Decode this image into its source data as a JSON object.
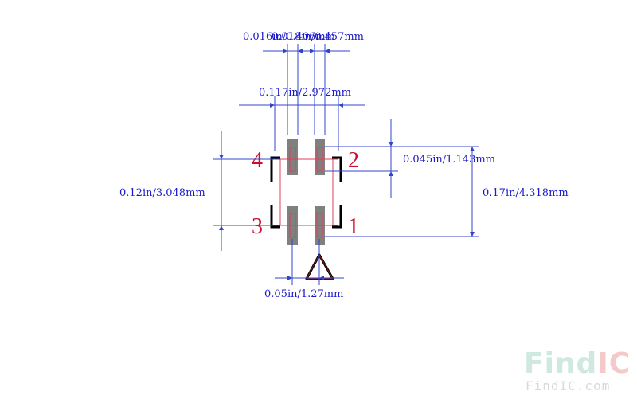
{
  "dimensions": {
    "top_pad_width": "0.016in/0.406mm",
    "top_pad_gap": "0.018in/0.457mm",
    "span": "0.117in/2.972mm",
    "pad_height": "0.045in/1.143mm",
    "pitch_y": "0.12in/3.048mm",
    "overall_height": "0.17in/4.318mm",
    "pitch_x": "0.05in/1.27mm"
  },
  "pins": {
    "p1": "1",
    "p2": "2",
    "p3": "3",
    "p4": "4"
  },
  "watermark": {
    "brand": "FindIC",
    "url": "FindIC.com"
  },
  "colors": {
    "dimension": "#1a1acc",
    "pin_label": "#c8102e",
    "pad": "#808080",
    "outline": "#000000",
    "watermark_find": "#cfe8e0",
    "watermark_ic": "#f3c9c9"
  }
}
